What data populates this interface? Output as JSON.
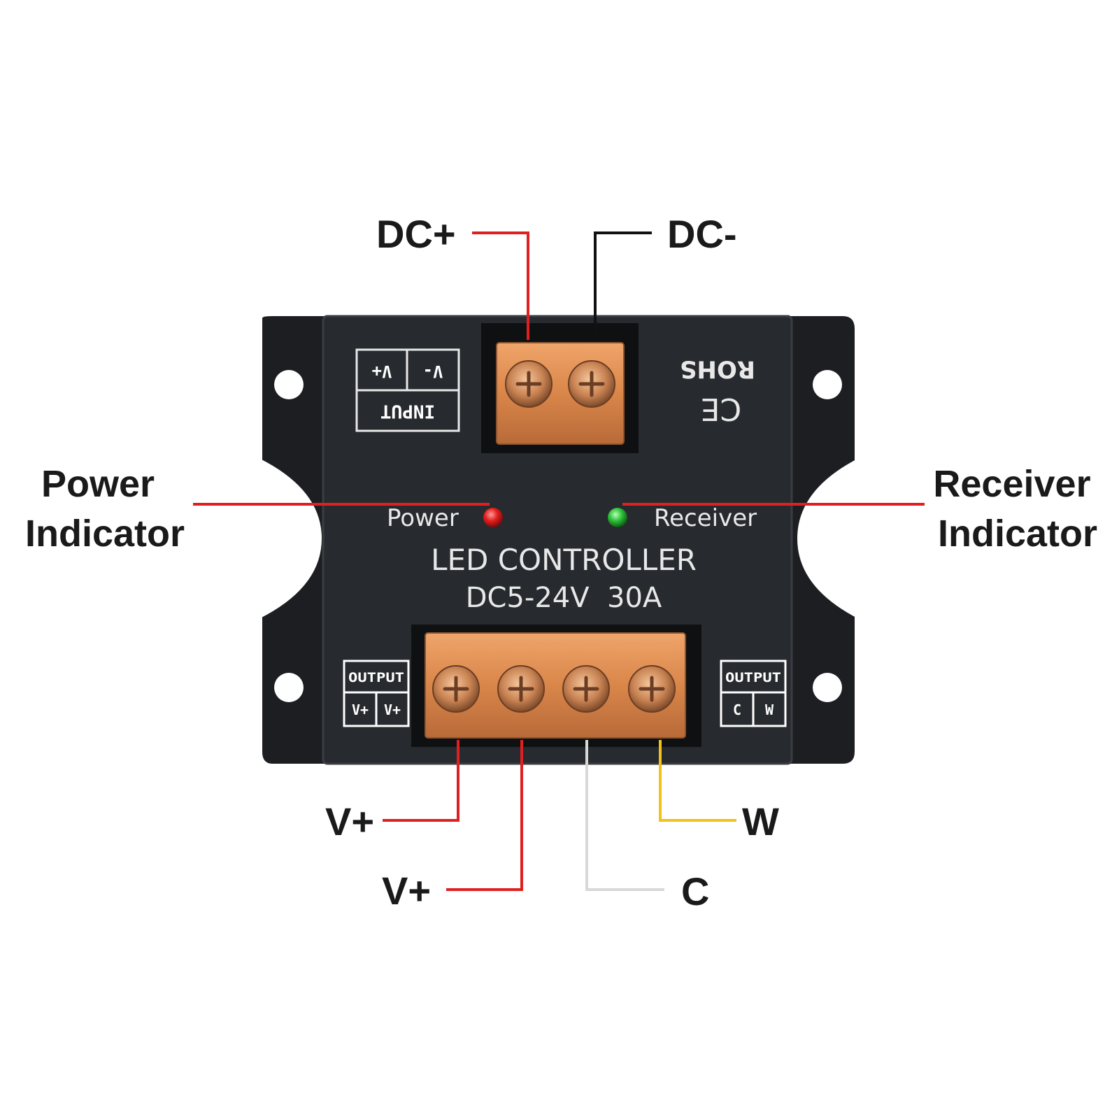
{
  "callouts": {
    "dc_plus": "DC+",
    "dc_minus": "DC-",
    "power_indicator_line1": "Power",
    "power_indicator_line2": "Indicator",
    "receiver_indicator_line1": "Receiver",
    "receiver_indicator_line2": "Indicator",
    "out_v_plus_1": "V+",
    "out_v_plus_2": "V+",
    "out_w": "W",
    "out_c": "C"
  },
  "device": {
    "input_box": {
      "v_plus": "V+",
      "v_minus": "V-",
      "title": "INPUT"
    },
    "rohs": "ROHS",
    "ce": "CE",
    "power_led_label": "Power",
    "receiver_led_label": "Receiver",
    "model_line1": "LED CONTROLLER",
    "model_line2": "DC5-24V  30A",
    "output_left": {
      "title": "OUTPUT",
      "t1": "V+",
      "t2": "V+"
    },
    "output_right": {
      "title": "OUTPUT",
      "t1": "C",
      "t2": "W"
    }
  },
  "colors": {
    "wire_red": "#e02020",
    "wire_black": "#111111",
    "wire_white": "#d8d8d8",
    "wire_yellow": "#f2c21b",
    "housing": "#26292d",
    "led_red": "#e41e1e",
    "led_green": "#2fc13a",
    "terminal_cover": "#d98a4c"
  }
}
